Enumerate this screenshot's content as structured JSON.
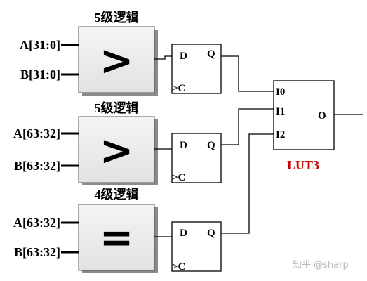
{
  "comparators": [
    {
      "title": "5级逻辑",
      "symbol": ">",
      "input_a": "A[31:0]",
      "input_b": "B[31:0]"
    },
    {
      "title": "5级逻辑",
      "symbol": ">",
      "input_a": "A[63:32]",
      "input_b": "B[63:32]"
    },
    {
      "title": "4级逻辑",
      "symbol": "=",
      "input_a": "A[63:32]",
      "input_b": "B[63:32]"
    }
  ],
  "flipflops": [
    {
      "d": "D",
      "q": "Q",
      "clk": ">C"
    },
    {
      "d": "D",
      "q": "Q",
      "clk": ">C"
    },
    {
      "d": "D",
      "q": "Q",
      "clk": ">C"
    }
  ],
  "lut": {
    "name": "LUT3",
    "inputs": [
      "I0",
      "I1",
      "I2"
    ],
    "output": "O",
    "name_color": "#cc0000"
  },
  "watermark": "知乎 @sharp"
}
